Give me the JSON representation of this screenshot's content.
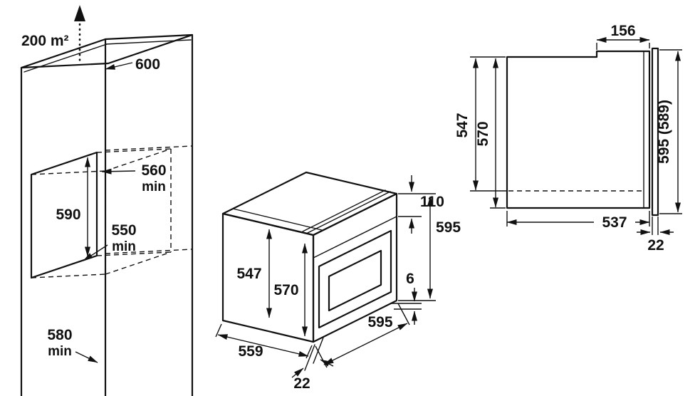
{
  "colors": {
    "ink": "#111111",
    "background": "#ffffff"
  },
  "diagram": {
    "cabinet": {
      "ventilation": "200 m²",
      "depth_top": "600",
      "niche_width": "560",
      "niche_width_min": "min",
      "niche_height": "590",
      "niche_depth": "550",
      "niche_depth_min": "min",
      "base_depth": "580",
      "base_depth_min": "min"
    },
    "oven": {
      "control_panel_height": "110",
      "total_height": "595",
      "body_height": "547",
      "front_height": "570",
      "bottom_gap": "6",
      "width": "595",
      "depth": "559",
      "door_protrusion": "22"
    },
    "side_view": {
      "top_section": "156",
      "body_height": "547",
      "front_height": "570",
      "total_height": "595 (589)",
      "body_depth": "537",
      "door_thickness": "22"
    }
  }
}
